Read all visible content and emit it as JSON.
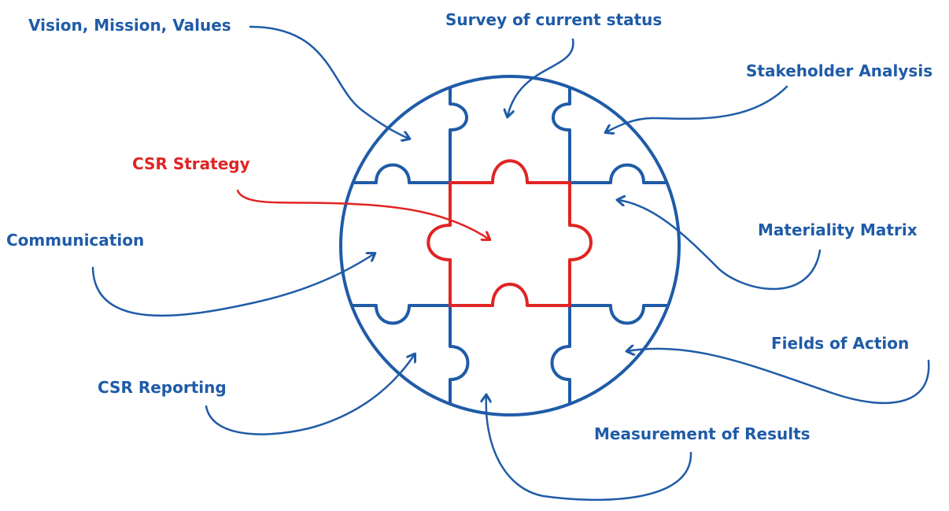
{
  "colors": {
    "primary": "#1f5ba7",
    "accent": "#e02424"
  },
  "labels": {
    "vision": "Vision, Mission, Values",
    "survey": "Survey of current status",
    "stakeholder": "Stakeholder Analysis",
    "csr_strategy": "CSR Strategy",
    "communication": "Communication",
    "materiality": "Materiality Matrix",
    "fields": "Fields of Action",
    "csr_reporting": "CSR Reporting",
    "measurement": "Measurement of Results"
  }
}
